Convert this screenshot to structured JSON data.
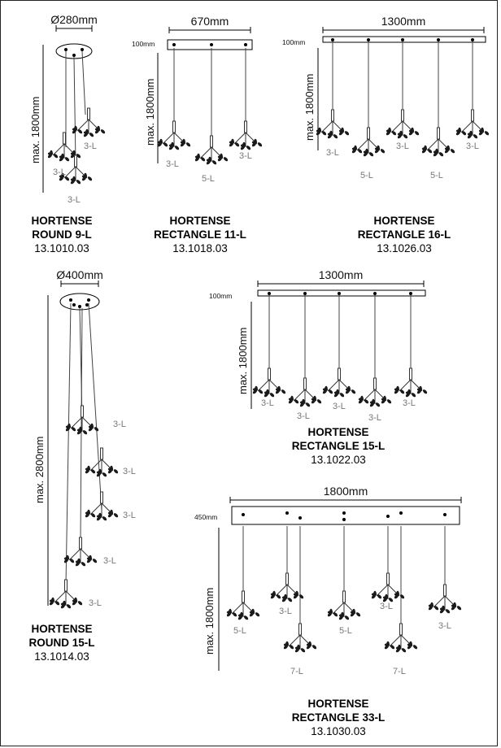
{
  "products": [
    {
      "id": "p1",
      "name_line1": "HORTENSE",
      "name_line2": "ROUND 9-L",
      "code": "13.1010.03",
      "width": "Ø280mm",
      "height": "max. 1800mm",
      "labels": [
        "3-L",
        "3-L",
        "3-L"
      ]
    },
    {
      "id": "p2",
      "name_line1": "HORTENSE",
      "name_line2": "RECTANGLE 11-L",
      "code": "13.1018.03",
      "width": "670mm",
      "canopy": "100mm",
      "height": "max. 1800mm",
      "labels": [
        "3-L",
        "5-L",
        "3-L"
      ]
    },
    {
      "id": "p3",
      "name_line1": "HORTENSE",
      "name_line2": "RECTANGLE 16-L",
      "code": "13.1026.03",
      "width": "1300mm",
      "canopy": "100mm",
      "height": "max. 1800mm",
      "labels": [
        "3-L",
        "5-L",
        "3-L",
        "5-L",
        "3-L"
      ]
    },
    {
      "id": "p4",
      "name_line1": "HORTENSE",
      "name_line2": "ROUND 15-L",
      "code": "13.1014.03",
      "width": "Ø400mm",
      "height": "max. 2800mm",
      "labels": [
        "3-L",
        "3-L",
        "3-L",
        "3-L",
        "3-L"
      ]
    },
    {
      "id": "p5",
      "name_line1": "HORTENSE",
      "name_line2": "RECTANGLE 15-L",
      "code": "13.1022.03",
      "width": "1300mm",
      "canopy": "100mm",
      "height": "max. 1800mm",
      "labels": [
        "3-L",
        "3-L",
        "3-L",
        "3-L",
        "3-L"
      ]
    },
    {
      "id": "p6",
      "name_line1": "HORTENSE",
      "name_line2": "RECTANGLE 33-L",
      "code": "13.1030.03",
      "width": "1800mm",
      "canopy": "450mm",
      "height": "max. 1800mm",
      "labels": [
        "5-L",
        "3-L",
        "7-L",
        "5-L",
        "3-L",
        "7-L",
        "3-L"
      ]
    }
  ]
}
